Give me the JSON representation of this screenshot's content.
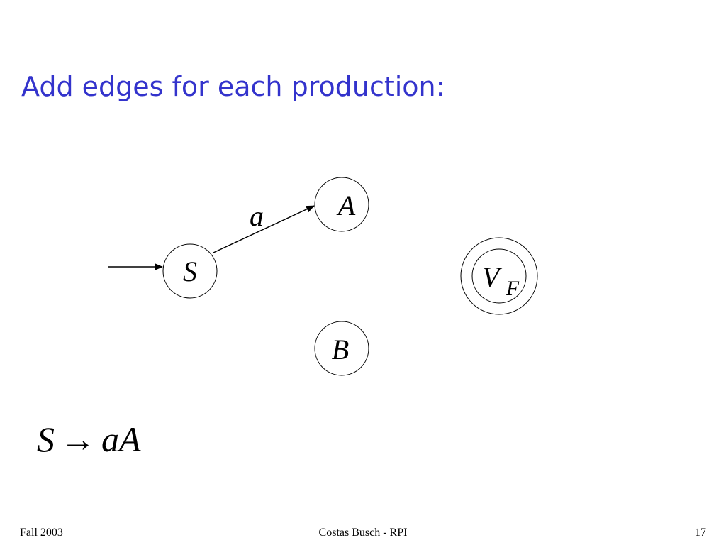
{
  "slide": {
    "title": "Add edges for each production:"
  },
  "diagram": {
    "nodes": [
      {
        "id": "S",
        "label": "S",
        "start": true,
        "final": false
      },
      {
        "id": "A",
        "label": "A",
        "start": false,
        "final": false
      },
      {
        "id": "B",
        "label": "B",
        "start": false,
        "final": false
      },
      {
        "id": "VF",
        "label": "V",
        "subscript": "F",
        "start": false,
        "final": true
      }
    ],
    "edges": [
      {
        "from": "S",
        "to": "A",
        "label": "a"
      }
    ]
  },
  "production": {
    "lhs": "S",
    "arrow": "→",
    "rhs": "aA"
  },
  "footer": {
    "left": "Fall 2003",
    "center": "Costas Busch - RPI",
    "right": "17"
  }
}
